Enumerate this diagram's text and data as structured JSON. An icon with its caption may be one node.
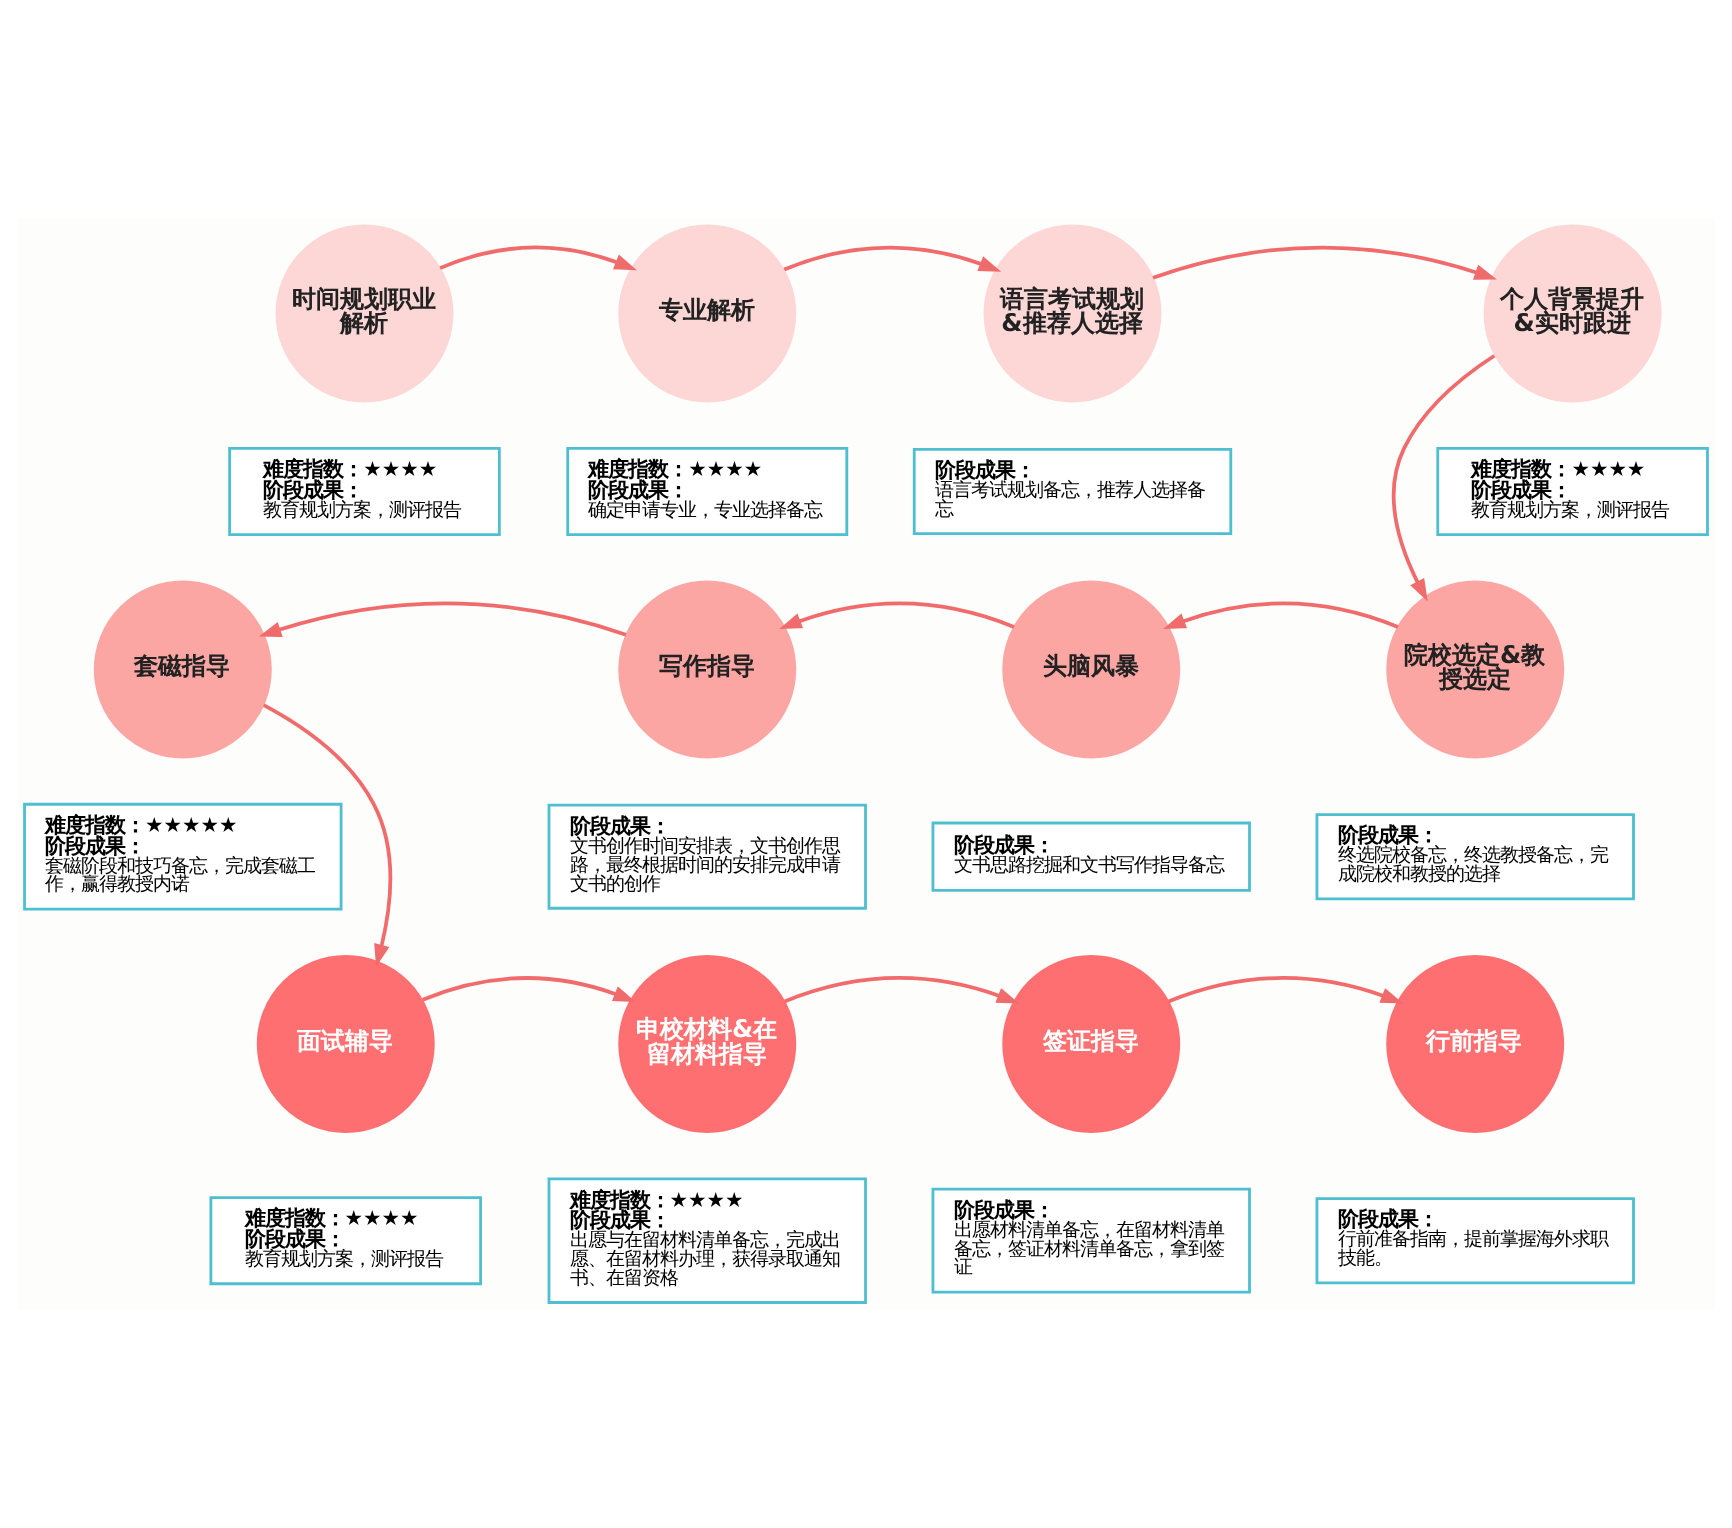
{
  "diagram": {
    "nodes": [
      {
        "text": [
          "时间规划职业解析"
        ]
      },
      {
        "text": [
          "难度指数：★★★★",
          "阶段成果：",
          "教育规划方案，测评报告"
        ]
      },
      {
        "text": [
          "专业解析"
        ]
      },
      {
        "text": [
          "难度指数：★★★★",
          "阶段成果：",
          "确定申请专业，专业选择备忘"
        ]
      },
      {
        "text": [
          "语言考试规划&推荐人选择"
        ]
      },
      {
        "text": [
          "阶段成果：",
          "语言考试规划备忘，推荐人选择备忘"
        ]
      },
      {
        "text": [
          "个人背景提升&实时跟进"
        ]
      },
      {
        "text": [
          "难度指数：★★★★",
          "阶段成果：",
          "教育规划方案，测评报告"
        ]
      },
      {
        "text": [
          "套磁指导"
        ]
      },
      {
        "text": [
          "难度指数：★★★★★",
          "阶段成果：",
          "套磁阶段和技巧备忘，完成套磁工作，赢得教授内诺"
        ]
      },
      {
        "text": [
          "写作指导"
        ]
      },
      {
        "text": [
          "阶段成果：",
          "文书创作时间安排表，文书创作思路，最终根据时间的安排完成申请文书的创作"
        ]
      },
      {
        "text": [
          "头脑风暴"
        ]
      },
      {
        "text": [
          "阶段成果：",
          "文书思路挖掘和文书写作指导备忘"
        ]
      },
      {
        "text": [
          "院校选定&教授选定"
        ]
      },
      {
        "text": [
          "阶段成果：",
          "终选院校备忘，终选教授备忘，完成院校和教授的选择"
        ]
      },
      {
        "text": [
          "面试辅导"
        ]
      },
      {
        "text": [
          "难度指数：★★★★",
          "阶段成果：",
          "教育规划方案，测评报告"
        ]
      },
      {
        "text": [
          "申校材料&在留材料指导"
        ]
      },
      {
        "text": [
          "难度指数：★★★★",
          "阶段成果：",
          "出愿与在留材料清单备忘，完成出愿、在留材料办理，获得录取通知书、在留资格"
        ]
      },
      {
        "text": [
          "签证指导"
        ]
      },
      {
        "text": [
          "阶段成果：",
          "出愿材料清单备忘，在留材料清单备忘，签证材料清单备忘，拿到签证"
        ]
      },
      {
        "text": [
          "行前指导"
        ]
      },
      {
        "text": [
          "阶段成果：",
          "行前准备指南，提前掌握海外求职技能。"
        ]
      }
    ],
    "edges": [
      {
        "from": 0,
        "to": 2,
        "arrow": "to"
      },
      {
        "from": 2,
        "to": 4,
        "arrow": "to"
      },
      {
        "from": 4,
        "to": 6,
        "arrow": "to"
      },
      {
        "from": 6,
        "to": 14,
        "arrow": "to"
      },
      {
        "from": 14,
        "to": 12,
        "arrow": "to"
      },
      {
        "from": 12,
        "to": 10,
        "arrow": "to"
      },
      {
        "from": 10,
        "to": 8,
        "arrow": "to"
      },
      {
        "from": 8,
        "to": 16,
        "arrow": "to"
      },
      {
        "from": 16,
        "to": 18,
        "arrow": "to"
      },
      {
        "from": 18,
        "to": 20,
        "arrow": "to"
      },
      {
        "from": 20,
        "to": 22,
        "arrow": "to"
      }
    ]
  }
}
